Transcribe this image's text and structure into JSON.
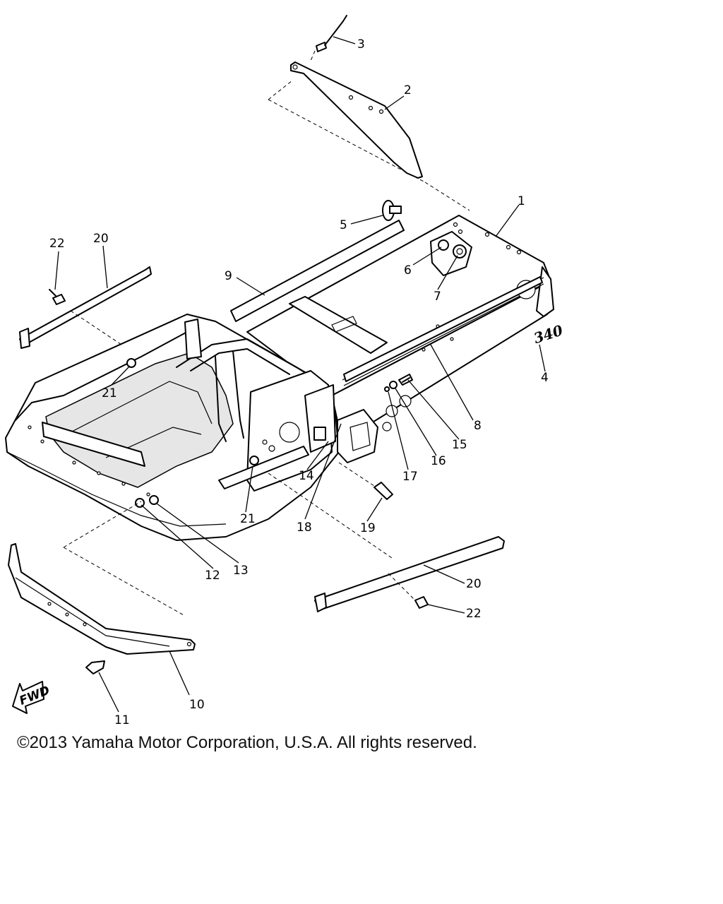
{
  "diagram": {
    "callouts": {
      "p1": "1",
      "p2": "2",
      "p3": "3",
      "p4": "4",
      "p5": "5",
      "p6": "6",
      "p7": "7",
      "p8": "8",
      "p9": "9",
      "p10": "10",
      "p11": "11",
      "p12": "12",
      "p13": "13",
      "p14": "14",
      "p15": "15",
      "p16": "16",
      "p17": "17",
      "p18": "18",
      "p19": "19",
      "p20a": "20",
      "p20b": "20",
      "p21a": "21",
      "p21b": "21",
      "p22a": "22",
      "p22b": "22"
    },
    "decal_text": "340",
    "fwd_label": "FWD"
  },
  "footer": {
    "copyright": "©2013 Yamaha Motor Corporation, U.S.A. All rights reserved."
  }
}
